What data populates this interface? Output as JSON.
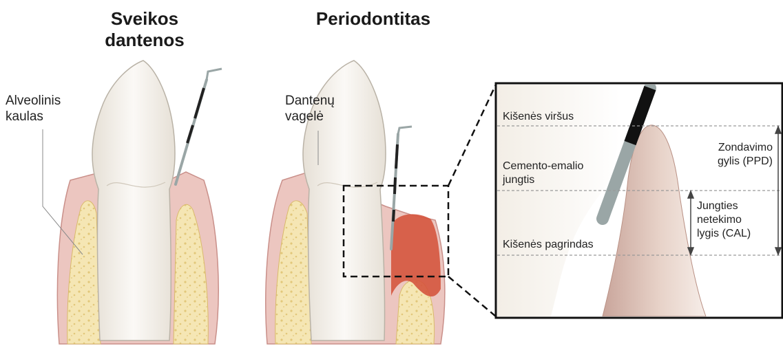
{
  "headings": {
    "healthy_line1": "Sveikos",
    "healthy_line2": "dantenos",
    "periodontitis": "Periodontitas"
  },
  "labels": {
    "alveolar_bone_line1": "Alveolinis",
    "alveolar_bone_line2": "kaulas",
    "gingival_sulcus_line1": "Dantenų",
    "gingival_sulcus_line2": "vagelė"
  },
  "zoom": {
    "pocket_top": "Kišenės viršus",
    "cej_line1": "Cemento-emalio",
    "cej_line2": "jungtis",
    "pocket_base": "Kišenės pagrindas",
    "ppd_line1": "Zondavimo",
    "ppd_line2": "gylis (PPD)",
    "cal_line1": "Jungties",
    "cal_line2": "netekimo",
    "cal_line3": "lygis (CAL)"
  },
  "colors": {
    "bone": "#f5e6b4",
    "bone_spots": "#e2c77a",
    "gum": "#ecc6c0",
    "gum_dark": "#c98f89",
    "tooth": "#f3efea",
    "inflammation": "#d5553e",
    "probe": "#9aa6a6"
  }
}
